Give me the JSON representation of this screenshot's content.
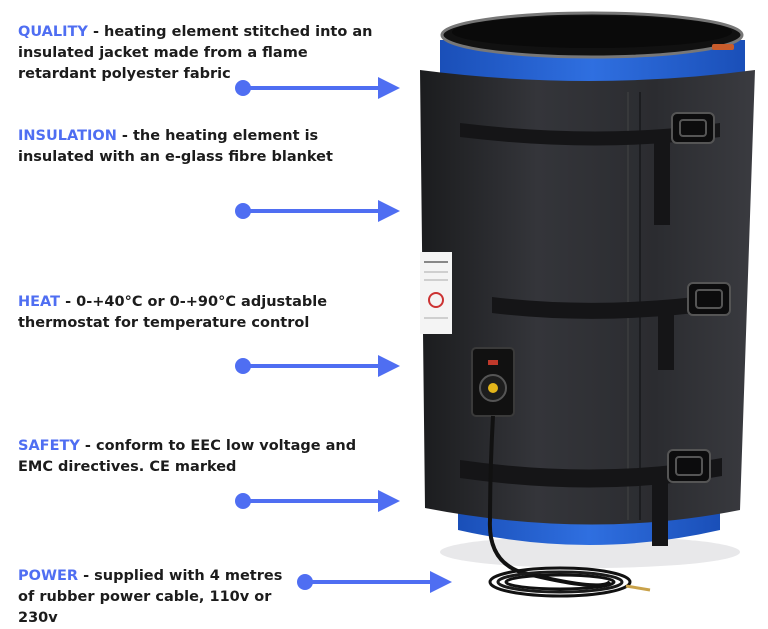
{
  "features": [
    {
      "key": "QUALITY",
      "text": " - heating element stitched into an insulated jacket made from a flame retardant polyester fabric"
    },
    {
      "key": "INSULATION",
      "text": " - the heating element is insulated with an e-glass fibre blanket"
    },
    {
      "key": "HEAT",
      "text": " - 0-+40°C or 0-+90°C adjustable thermostat for temperature control"
    },
    {
      "key": "SAFETY",
      "text": " - conform to EEC low voltage and EMC directives. CE marked"
    },
    {
      "key": "POWER",
      "text": " - supplied with 4 metres of rubber power cable,  110v or 230v"
    }
  ],
  "colors": {
    "accent": "#4f6ef2",
    "text": "#1c1c1c",
    "jacket": "#2a2b2e",
    "drum": "#1f57c6"
  },
  "icons": [
    "arrow-right-icon",
    "buckle-icon",
    "thermostat-icon"
  ]
}
